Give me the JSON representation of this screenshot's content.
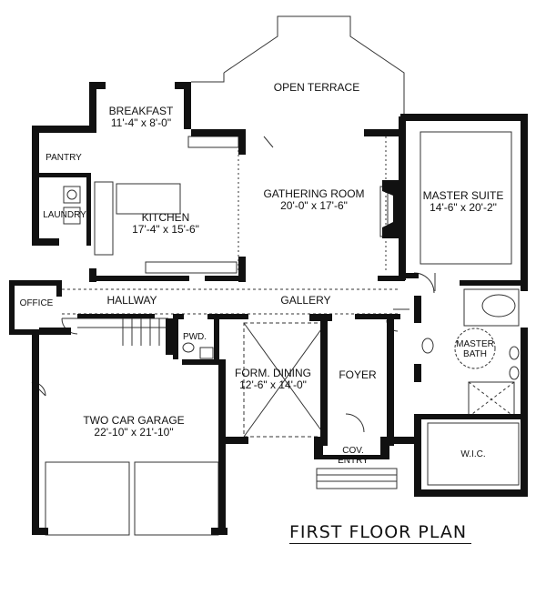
{
  "plan_title": "FIRST FLOOR PLAN",
  "rooms": {
    "open_terrace": {
      "name": "OPEN TERRACE"
    },
    "breakfast": {
      "name": "BREAKFAST",
      "dims": "11'-4\" x 8'-0\""
    },
    "pantry": {
      "name": "PANTRY"
    },
    "laundry": {
      "name": "LAUNDRY"
    },
    "kitchen": {
      "name": "KITCHEN",
      "dims": "17'-4\" x 15'-6\""
    },
    "gathering_room": {
      "name": "GATHERING ROOM",
      "dims": "20'-0\" x 17'-6\""
    },
    "master_suite": {
      "name": "MASTER SUITE",
      "dims": "14'-6\" x 20'-2\""
    },
    "office": {
      "name": "OFFICE"
    },
    "hallway": {
      "name": "HALLWAY"
    },
    "gallery": {
      "name": "GALLERY"
    },
    "powder": {
      "name": "PWD."
    },
    "master_bath": {
      "name": "MASTER",
      "name2": "BATH"
    },
    "form_dining": {
      "name": "FORM. DINING",
      "dims": "12'-6\" x 14'-0\""
    },
    "foyer": {
      "name": "FOYER"
    },
    "garage": {
      "name": "TWO CAR GARAGE",
      "dims": "22'-10\" x 21'-10\""
    },
    "cov_entry": {
      "name": "COV.",
      "name2": "ENTRY"
    },
    "wic": {
      "name": "W.I.C."
    }
  },
  "colors": {
    "wall": "#111111",
    "line": "#333333",
    "background": "#ffffff"
  }
}
